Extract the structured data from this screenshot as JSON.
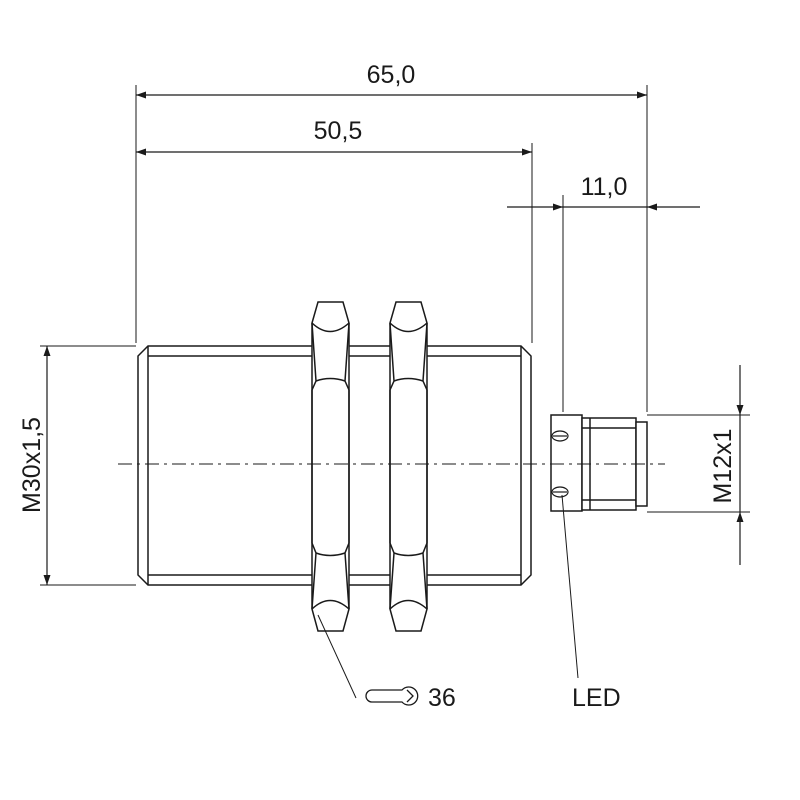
{
  "dimensions": {
    "overall_length": "65,0",
    "housing_length": "50,5",
    "connector_length": "11,0",
    "housing_thread": "M30x1,5",
    "connector_thread": "M12x1"
  },
  "callouts": {
    "wrench_size": "36",
    "led": "LED"
  },
  "colors": {
    "line": "#1a1a1a",
    "background": "#ffffff"
  }
}
